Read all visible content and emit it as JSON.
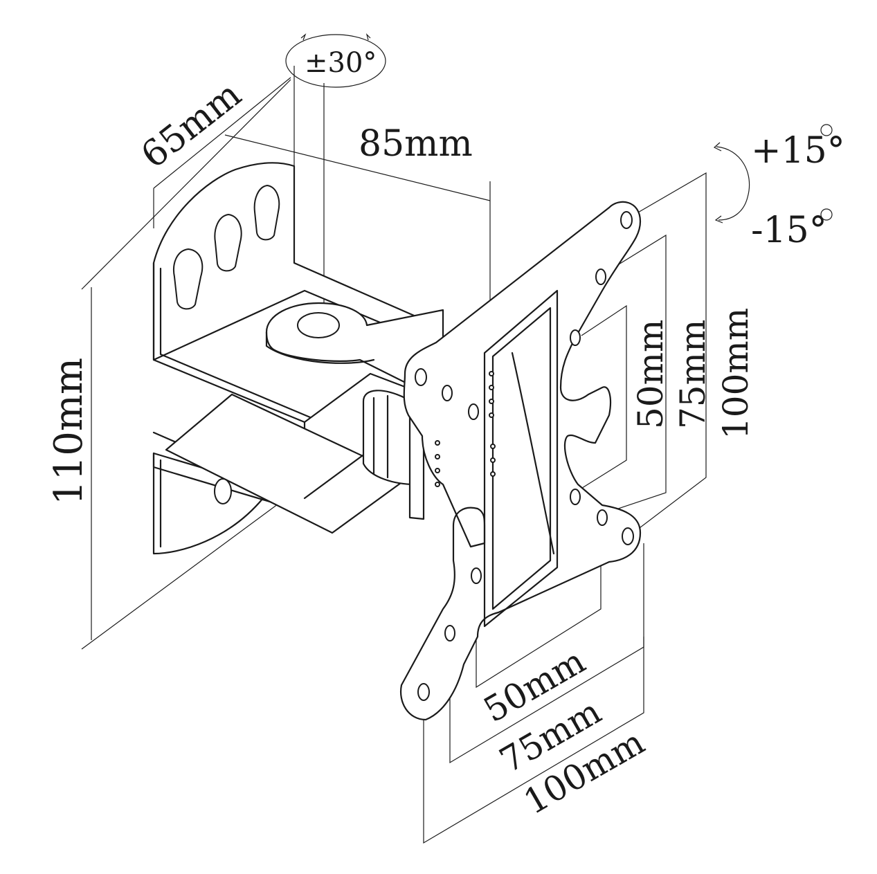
{
  "labels": {
    "swivel": "±30°",
    "depth": "65mm",
    "width": "85mm",
    "height": "110mm",
    "tilt_up": "+15°",
    "tilt_down": "-15°",
    "v50": "50mm",
    "v75": "75mm",
    "v100": "100mm",
    "h50": "50mm",
    "h75": "75mm",
    "h100": "100mm"
  }
}
